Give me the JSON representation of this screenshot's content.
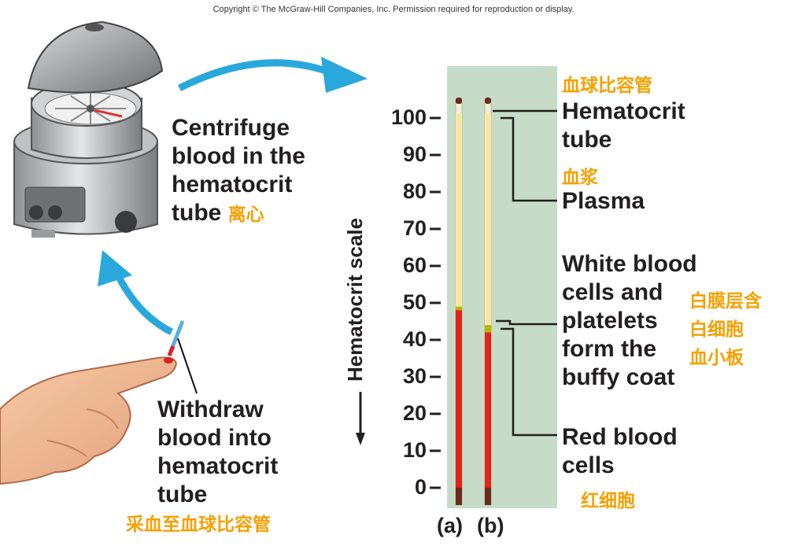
{
  "copyright": "Copyright © The McGraw-Hill Companies, Inc. Permission required for reproduction or display.",
  "steps": {
    "centrifuge": {
      "text": "Centrifuge\nblood in the\nhematocrit\ntube",
      "cn": "离心"
    },
    "withdraw": {
      "text": "Withdraw\nblood into\nhematocrit\ntube",
      "cn": "采血至血球比容管"
    }
  },
  "scale": {
    "title": "Hematocrit scale",
    "ticks": [
      "100",
      "90",
      "80",
      "70",
      "60",
      "50",
      "40",
      "30",
      "20",
      "10",
      "0"
    ]
  },
  "tube_labels": {
    "a": "(a)",
    "b": "(b)"
  },
  "tubes": {
    "a": {
      "red_cells_pct": 48,
      "buffy_pct": 1
    },
    "b": {
      "red_cells_pct": 42,
      "buffy_pct": 2
    }
  },
  "labels": {
    "hematocrit_tube": {
      "en": "Hematocrit\ntube",
      "cn": "血球比容管"
    },
    "plasma": {
      "en": "Plasma",
      "cn": "血浆"
    },
    "buffy": {
      "en": "White blood\ncells and\nplatelets\nform the\nbuffy coat",
      "cn": "白膜层含\n白细胞\n血小板"
    },
    "rbc": {
      "en": "Red blood\ncells",
      "cn": "红细胞"
    }
  },
  "colors": {
    "label_cn": "#f5a000",
    "arrow": "#29a8dc",
    "panel": "#c6dcc9",
    "plasma": "#f7e7a2",
    "red_cells": "#e2231a",
    "cap": "#6b2a1c"
  }
}
